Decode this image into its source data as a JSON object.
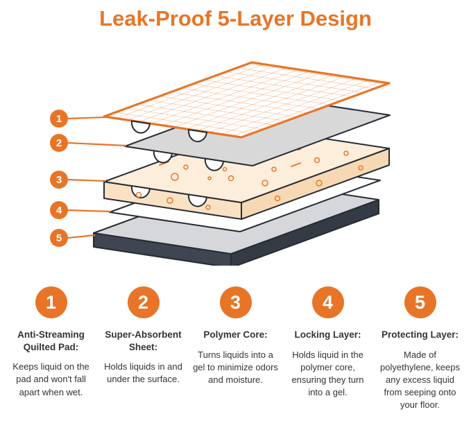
{
  "title": "Leak-Proof 5-Layer Design",
  "colors": {
    "accent": "#E87527",
    "outline": "#262B33",
    "mesh_layer": "#FFFFFF",
    "absorbent_layer": "#D8D8D8",
    "polymer_core": "#FDEEDC",
    "locking_layer": "#FFFFFF",
    "protecting_layer_top": "#D5D7DA",
    "protecting_layer_side": "#3F4651"
  },
  "layers": [
    {
      "number": "1",
      "heading": "Anti-Streaming Quilted Pad:",
      "description": "Keeps liquid on the pad and won't fall apart when wet."
    },
    {
      "number": "2",
      "heading": "Super-Absorbent Sheet:",
      "description": "Holds liquids in and under the surface."
    },
    {
      "number": "3",
      "heading": "Polymer Core:",
      "description": "Turns liquids into a gel to minimize odors and moisture."
    },
    {
      "number": "4",
      "heading": "Locking Layer:",
      "description": "Holds liquid in the polymer core, ensuring they turn into a gel."
    },
    {
      "number": "5",
      "heading": "Protecting Layer:",
      "description": "Made of polyethylene, keeps any excess liquid from seeping onto your floor."
    }
  ]
}
